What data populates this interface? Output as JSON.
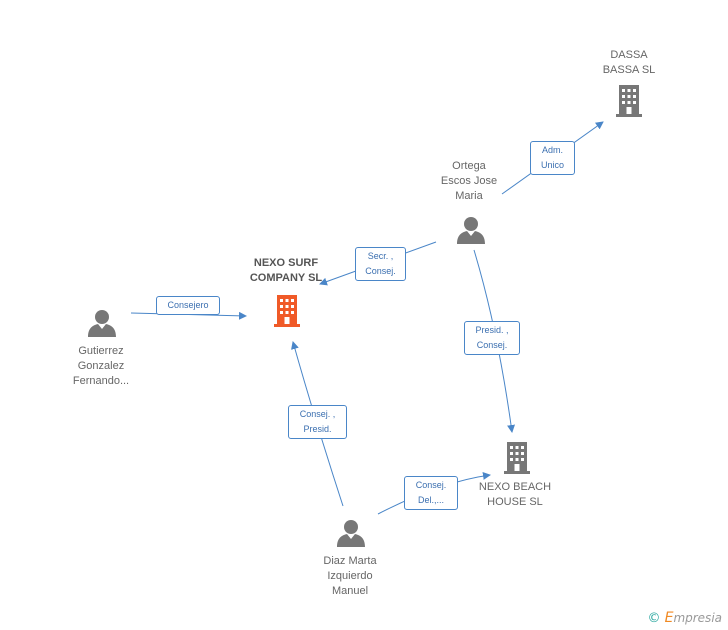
{
  "nodes": {
    "nexo_surf": {
      "lines": [
        "NEXO SURF",
        "COMPANY SL"
      ],
      "type": "company",
      "color": "#f05a28"
    },
    "dassa": {
      "lines": [
        "DASSA",
        "BASSA SL"
      ],
      "type": "company",
      "color": "#777777"
    },
    "nexo_beach": {
      "lines": [
        "NEXO BEACH",
        "HOUSE SL"
      ],
      "type": "company",
      "color": "#777777"
    },
    "ortega": {
      "lines": [
        "Ortega",
        "Escos Jose",
        "Maria"
      ],
      "type": "person",
      "color": "#777777"
    },
    "gutierrez": {
      "lines": [
        "Gutierrez",
        "Gonzalez",
        "Fernando..."
      ],
      "type": "person",
      "color": "#777777"
    },
    "diaz": {
      "lines": [
        "Diaz Marta",
        "Izquierdo",
        "Manuel"
      ],
      "type": "person",
      "color": "#777777"
    }
  },
  "edges": {
    "ortega_dassa": {
      "lines": [
        "Adm.",
        "Unico"
      ]
    },
    "ortega_nexo_surf": {
      "lines": [
        "Secr. ,",
        "Consej."
      ]
    },
    "ortega_nexo_beach": {
      "lines": [
        "Presid. ,",
        "Consej."
      ]
    },
    "gutierrez_nexo_surf": {
      "lines": [
        "Consejero"
      ]
    },
    "diaz_nexo_surf": {
      "lines": [
        "Consej. ,",
        "Presid."
      ]
    },
    "diaz_nexo_beach": {
      "lines": [
        "Consej.",
        "Del.,..."
      ]
    }
  },
  "colors": {
    "edge": "#4a86c8",
    "highlight_company": "#f05a28",
    "neutral": "#777777"
  },
  "footer": {
    "copyright_symbol": "©",
    "brand_initial": "E",
    "brand_rest": "mpresia"
  }
}
